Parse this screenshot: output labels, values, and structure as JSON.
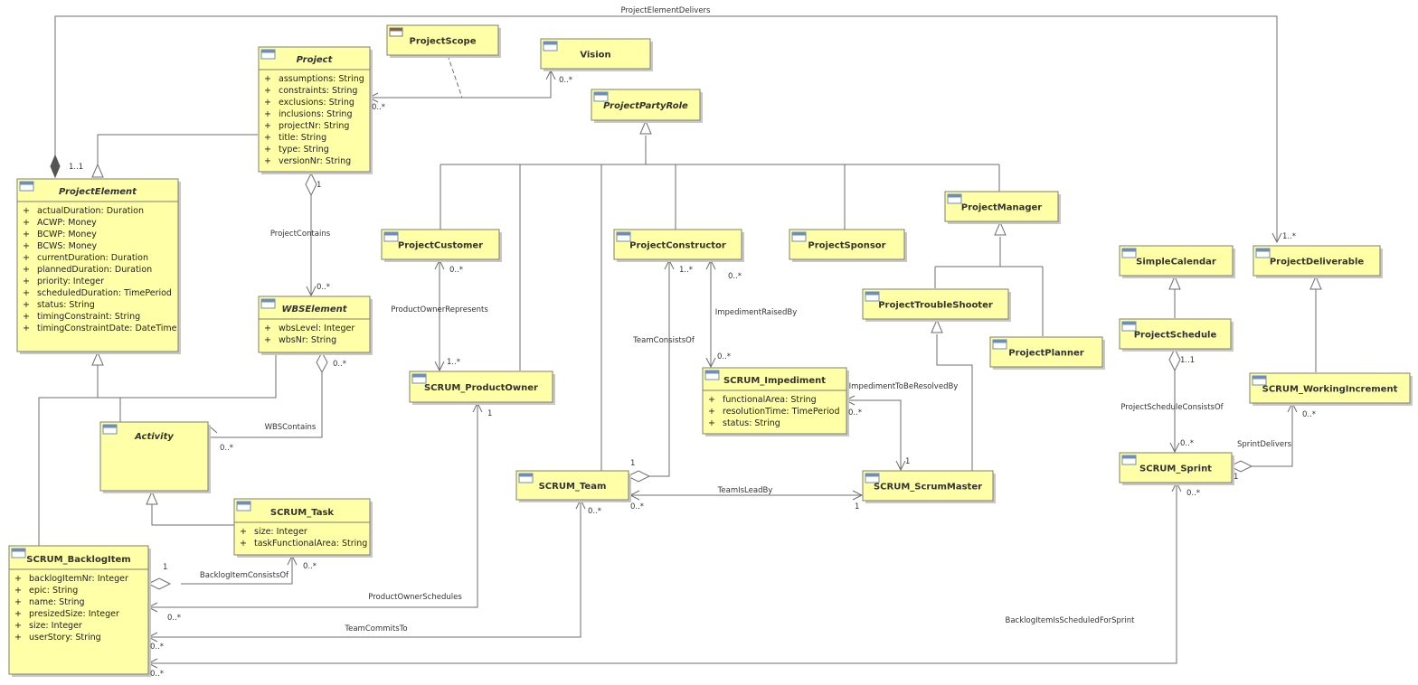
{
  "classes": {
    "ProjectScope": {
      "name": "ProjectScope"
    },
    "Vision": {
      "name": "Vision"
    },
    "Project": {
      "name": "Project",
      "attrs": [
        "assumptions: String",
        "constraints: String",
        "exclusions: String",
        "inclusions: String",
        "projectNr: String",
        "title: String",
        "type: String",
        "versionNr: String"
      ]
    },
    "ProjectPartyRole": {
      "name": "ProjectPartyRole"
    },
    "ProjectElement": {
      "name": "ProjectElement",
      "attrs": [
        "actualDuration: Duration",
        "ACWP: Money",
        "BCWP: Money",
        "BCWS: Money",
        "currentDuration: Duration",
        "plannedDuration: Duration",
        "priority: Integer",
        "scheduledDuration: TimePeriod",
        "status: String",
        "timingConstraint: String",
        "timingConstraintDate: DateTime"
      ]
    },
    "WBSElement": {
      "name": "WBSElement",
      "attrs": [
        "wbsLevel: Integer",
        "wbsNr: String"
      ]
    },
    "Activity": {
      "name": "Activity"
    },
    "SCRUM_Task": {
      "name": "SCRUM_Task",
      "attrs": [
        "size: Integer",
        "taskFunctionalArea: String"
      ]
    },
    "SCRUM_BacklogItem": {
      "name": "SCRUM_BacklogItem",
      "attrs": [
        "backlogItemNr: Integer",
        "epic: String",
        "name: String",
        "presizedSize: Integer",
        "size: Integer",
        "userStory: String"
      ]
    },
    "ProjectCustomer": {
      "name": "ProjectCustomer"
    },
    "SCRUM_ProductOwner": {
      "name": "SCRUM_ProductOwner"
    },
    "ProjectConstructor": {
      "name": "ProjectConstructor"
    },
    "SCRUM_Impediment": {
      "name": "SCRUM_Impediment",
      "attrs": [
        "functionalArea: String",
        "resolutionTime: TimePeriod",
        "status: String"
      ]
    },
    "SCRUM_Team": {
      "name": "SCRUM_Team"
    },
    "ProjectSponsor": {
      "name": "ProjectSponsor"
    },
    "ProjectManager": {
      "name": "ProjectManager"
    },
    "ProjectTroubleShooter": {
      "name": "ProjectTroubleShooter"
    },
    "ProjectPlanner": {
      "name": "ProjectPlanner"
    },
    "SCRUM_ScrumMaster": {
      "name": "SCRUM_ScrumMaster"
    },
    "SimpleCalendar": {
      "name": "SimpleCalendar"
    },
    "ProjectSchedule": {
      "name": "ProjectSchedule"
    },
    "SCRUM_Sprint": {
      "name": "SCRUM_Sprint"
    },
    "ProjectDeliverable": {
      "name": "ProjectDeliverable"
    },
    "SCRUM_WorkingIncrement": {
      "name": "SCRUM_WorkingIncrement"
    }
  },
  "attr_marker": "+",
  "associations": {
    "ProjectElementDelivers": "ProjectElementDelivers",
    "ProjectContains": "ProjectContains",
    "ProductOwnerRepresents": "ProductOwnerRepresents",
    "TeamConsistsOf": "TeamConsistsOf",
    "ImpedimentRaisedBy": "ImpedimentRaisedBy",
    "ImpedimentToBeResolvedBy": "ImpedimentToBeResolvedBy",
    "WBSContains": "WBSContains",
    "TeamIsLeadBy": "TeamIsLeadBy",
    "BacklogItemConsistsOf": "BacklogItemConsistsOf",
    "ProductOwnerSchedules": "ProductOwnerSchedules",
    "TeamCommitsTo": "TeamCommitsTo",
    "ProjectScheduleConsistsOf": "ProjectScheduleConsistsOf",
    "SprintDelivers": "SprintDelivers",
    "BacklogItemIsScheduledForSprint": "BacklogItemIsScheduledForSprint"
  },
  "multiplicities": {
    "one_one": "1..1",
    "zero_many": "0..*",
    "one_many": "1..*",
    "one": "1"
  }
}
